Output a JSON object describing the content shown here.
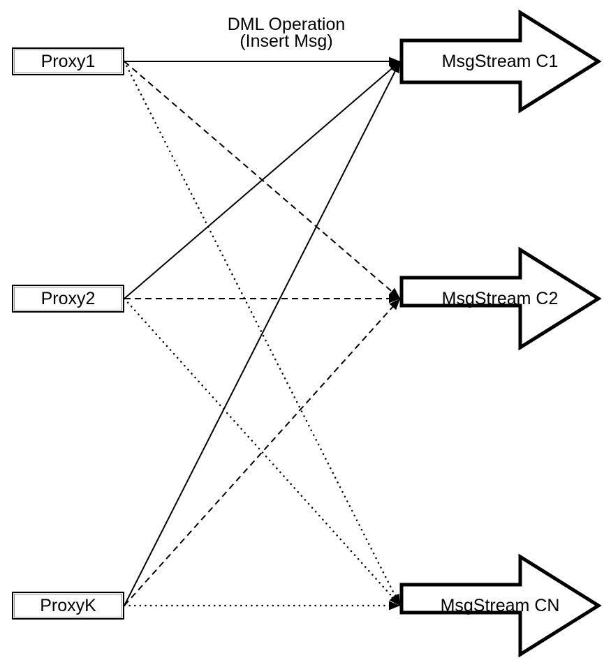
{
  "diagram": {
    "title_line1": "DML Operation",
    "title_line2": "(Insert Msg)",
    "proxies": [
      {
        "id": "proxy1",
        "label": "Proxy1"
      },
      {
        "id": "proxy2",
        "label": "Proxy2"
      },
      {
        "id": "proxyk",
        "label": "ProxyK"
      }
    ],
    "streams": [
      {
        "id": "c1",
        "label": "MsgStream C1"
      },
      {
        "id": "c2",
        "label": "MsgStream C2"
      },
      {
        "id": "cn",
        "label": "MsgStream CN"
      }
    ],
    "edges": [
      {
        "from": "proxy1",
        "to": "c1",
        "style": "solid"
      },
      {
        "from": "proxy1",
        "to": "c2",
        "style": "dashed"
      },
      {
        "from": "proxy1",
        "to": "cn",
        "style": "dotted"
      },
      {
        "from": "proxy2",
        "to": "c1",
        "style": "solid"
      },
      {
        "from": "proxy2",
        "to": "c2",
        "style": "dashed"
      },
      {
        "from": "proxy2",
        "to": "cn",
        "style": "dotted"
      },
      {
        "from": "proxyk",
        "to": "c1",
        "style": "solid"
      },
      {
        "from": "proxyk",
        "to": "c2",
        "style": "dashed"
      },
      {
        "from": "proxyk",
        "to": "cn",
        "style": "dotted"
      }
    ],
    "colors": {
      "stroke": "#000000",
      "shape_fill": "#ffffff",
      "background": "#ffffff"
    }
  }
}
